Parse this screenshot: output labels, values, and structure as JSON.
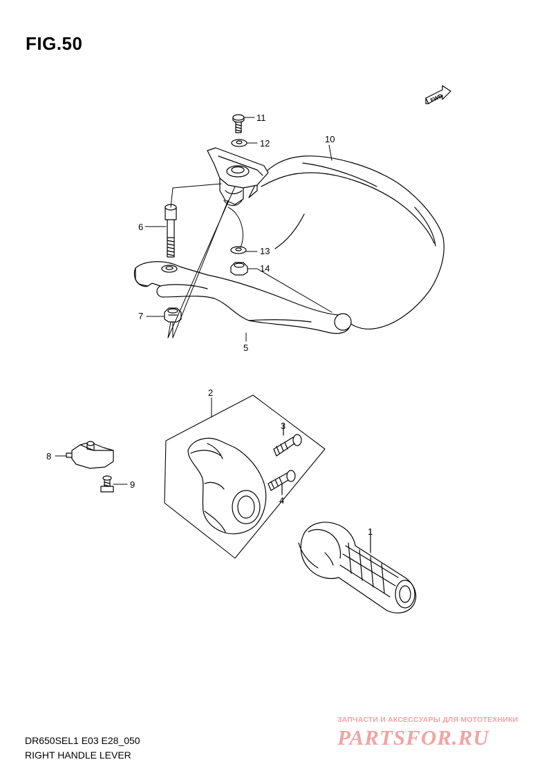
{
  "figure": {
    "title": "FIG.50",
    "fwd_label": "FWD"
  },
  "parts": [
    {
      "ref": "1"
    },
    {
      "ref": "2"
    },
    {
      "ref": "3"
    },
    {
      "ref": "4"
    },
    {
      "ref": "5"
    },
    {
      "ref": "6"
    },
    {
      "ref": "7"
    },
    {
      "ref": "8"
    },
    {
      "ref": "9"
    },
    {
      "ref": "10"
    },
    {
      "ref": "11"
    },
    {
      "ref": "12"
    },
    {
      "ref": "13"
    },
    {
      "ref": "14"
    }
  ],
  "footer": {
    "model_code": "DR650SEL1 E03 E28_050",
    "section_name": "RIGHT HANDLE LEVER"
  },
  "watermark": {
    "tagline": "ЗАПЧАСТИ И АКСЕССУАРЫ ДЛЯ МОТОТЕХНИКИ",
    "logo": "PARTSFOR.RU"
  }
}
